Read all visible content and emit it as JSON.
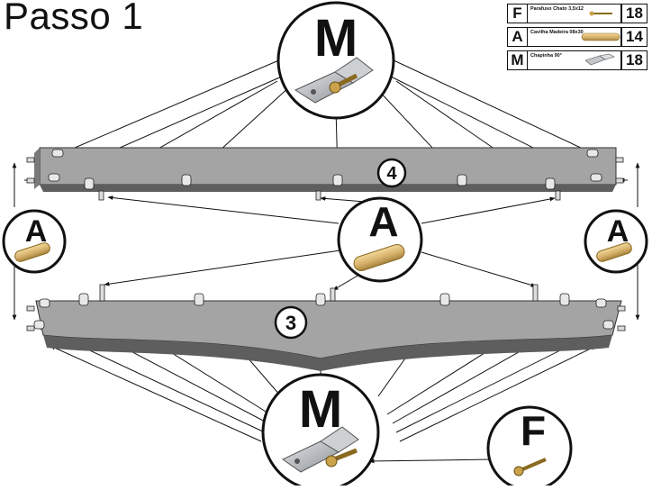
{
  "title": "Passo 1",
  "parts": [
    {
      "code": "F",
      "name": "Parafuso Chato 3,5x12",
      "qty": "18",
      "icon": "screw-icon"
    },
    {
      "code": "A",
      "name": "Cavilha Madeira 08x30",
      "qty": "14",
      "icon": "dowel-icon"
    },
    {
      "code": "M",
      "name": "Chapinha 90°",
      "qty": "18",
      "icon": "bracket-icon"
    }
  ],
  "pieces": {
    "top": "4",
    "bottom": "3"
  },
  "callouts": {
    "bracket_top": "M",
    "bracket_bottom": "M",
    "dowel_left": "A",
    "dowel_center": "A",
    "dowel_right": "A",
    "screw": "F"
  },
  "colors": {
    "board": "#a4a4a4",
    "board_edge": "#5e5e5e",
    "dowel": "#d9b56e",
    "metal": "#b8bcc0"
  }
}
